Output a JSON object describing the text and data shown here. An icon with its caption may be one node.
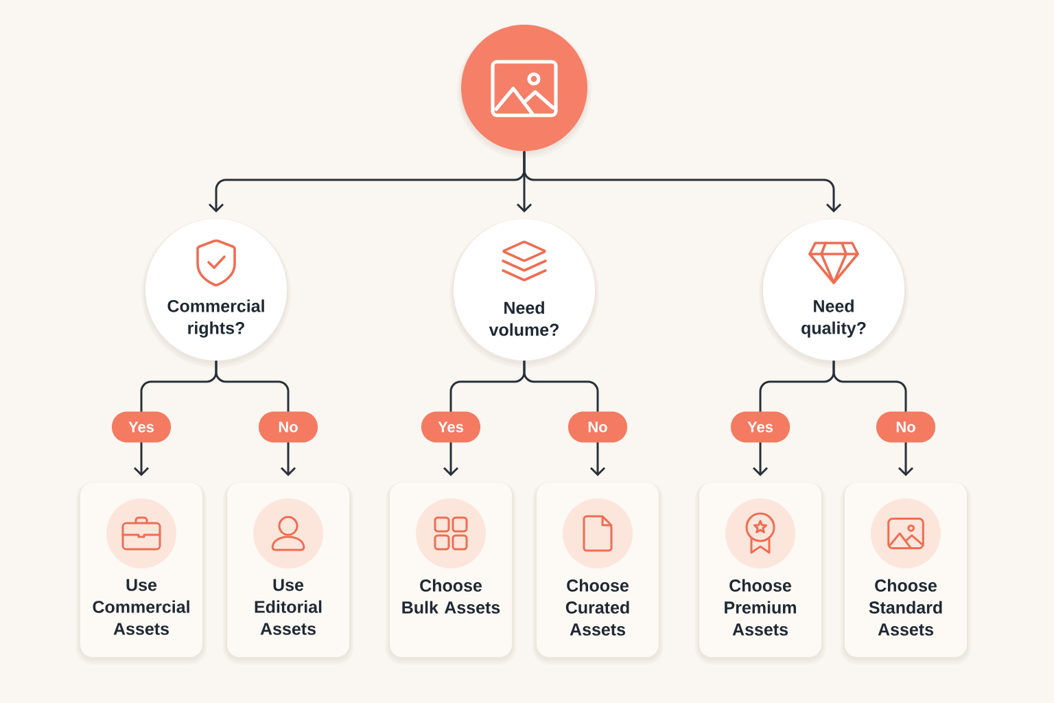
{
  "diagram": {
    "nodes": [
      {
        "text": [],
        "shape": "circle"
      },
      {
        "text": [
          "Commercial rights?"
        ]
      },
      {
        "text": [
          "Need volume?"
        ]
      },
      {
        "text": [
          "Need quality?"
        ]
      },
      {
        "text": [
          "Use Commercial Assets"
        ]
      },
      {
        "text": [
          "Use Editorial Assets"
        ]
      },
      {
        "text": [
          "Choose Bulk Assets"
        ]
      },
      {
        "text": [
          "Choose Curated Assets"
        ]
      },
      {
        "text": [
          "Choose Premium Assets"
        ]
      },
      {
        "text": [
          "Choose Standard Assets"
        ]
      }
    ],
    "edges": [
      {
        "from": 0,
        "to": 1,
        "arrow": "to"
      },
      {
        "from": 0,
        "to": 2,
        "arrow": "to"
      },
      {
        "from": 0,
        "to": 3,
        "arrow": "to"
      },
      {
        "from": 1,
        "to": 4,
        "arrow": "to",
        "label": "Yes"
      },
      {
        "from": 1,
        "to": 5,
        "arrow": "to",
        "label": "No"
      },
      {
        "from": 2,
        "to": 6,
        "arrow": "to",
        "label": "Yes"
      },
      {
        "from": 2,
        "to": 7,
        "arrow": "to",
        "label": "No"
      },
      {
        "from": 3,
        "to": 8,
        "arrow": "to",
        "label": "Yes"
      },
      {
        "from": 3,
        "to": 9,
        "arrow": "to",
        "label": "No"
      }
    ]
  }
}
